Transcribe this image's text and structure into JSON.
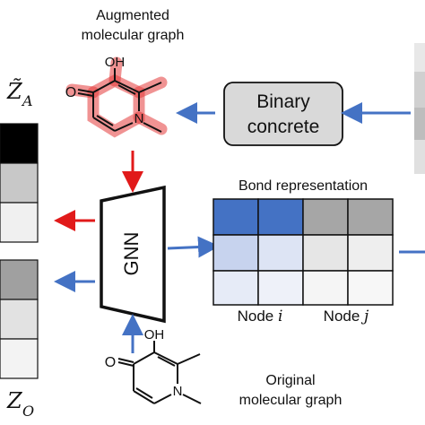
{
  "augmented_caption": {
    "line1": "Augmented",
    "line2": "molecular graph"
  },
  "original_caption": {
    "line1": "Original",
    "line2": "molecular graph"
  },
  "binary_concrete": {
    "line1": "Binary",
    "line2": "concrete"
  },
  "gnn_label": "GNN",
  "bond_representation_title": "Bond representation",
  "node_i_label": "Node i",
  "node_j_label": "Node j",
  "z_a_label": "Z̃A",
  "z_o_label": "ZO",
  "atom_labels": {
    "oh": "OH",
    "o": "O",
    "n": "N"
  },
  "colors": {
    "highlight_red": "#e33a3a",
    "arrow_red": "#e11a1a",
    "arrow_blue": "#4472c4",
    "bond_dark_blue": "#4472c4",
    "bond_gray": "#a6a6a6",
    "box_fill": "#d9d9d9"
  },
  "bond_grid": {
    "rows": 3,
    "cols": 4,
    "cells": [
      [
        "#4472c4",
        "#4472c4",
        "#a6a6a6",
        "#a6a6a6"
      ],
      [
        "#c7d3ee",
        "#dde4f4",
        "#e6e6e6",
        "#eeeeee"
      ],
      [
        "#e6ebf7",
        "#eef1f9",
        "#f5f5f5",
        "#f7f7f7"
      ]
    ]
  },
  "za_cells": [
    "#000000",
    "#c8c8c8",
    "#f0f0f0"
  ],
  "zo_cells": [
    "#a0a0a0",
    "#e2e2e2",
    "#f3f3f3"
  ]
}
